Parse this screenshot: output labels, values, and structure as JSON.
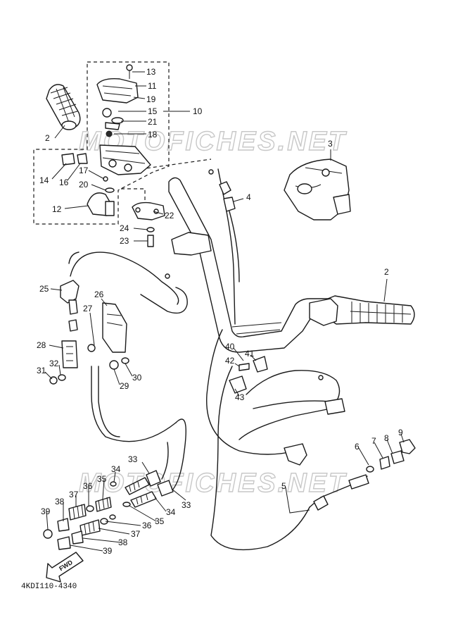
{
  "watermark": "MOTOFICHES.NET",
  "diagram_code": "4KDI110-4340",
  "fwd_label": "FWD",
  "callouts": [
    {
      "id": "c13",
      "text": "13"
    },
    {
      "id": "c11",
      "text": "11"
    },
    {
      "id": "c19",
      "text": "19"
    },
    {
      "id": "c15",
      "text": "15"
    },
    {
      "id": "c10",
      "text": "10"
    },
    {
      "id": "c21",
      "text": "21"
    },
    {
      "id": "c18",
      "text": "18"
    },
    {
      "id": "c2a",
      "text": "2"
    },
    {
      "id": "c14",
      "text": "14"
    },
    {
      "id": "c16",
      "text": "16"
    },
    {
      "id": "c17",
      "text": "17"
    },
    {
      "id": "c20",
      "text": "20"
    },
    {
      "id": "c12",
      "text": "12"
    },
    {
      "id": "c22",
      "text": "22"
    },
    {
      "id": "c24",
      "text": "24"
    },
    {
      "id": "c23",
      "text": "23"
    },
    {
      "id": "c3",
      "text": "3"
    },
    {
      "id": "c4",
      "text": "4"
    },
    {
      "id": "c2b",
      "text": "2"
    },
    {
      "id": "c25",
      "text": "25"
    },
    {
      "id": "c26",
      "text": "26"
    },
    {
      "id": "c27",
      "text": "27"
    },
    {
      "id": "c28",
      "text": "28"
    },
    {
      "id": "c32",
      "text": "32"
    },
    {
      "id": "c31",
      "text": "31"
    },
    {
      "id": "c30",
      "text": "30"
    },
    {
      "id": "c29",
      "text": "29"
    },
    {
      "id": "c40",
      "text": "40"
    },
    {
      "id": "c41",
      "text": "41"
    },
    {
      "id": "c42",
      "text": "42"
    },
    {
      "id": "c43",
      "text": "43"
    },
    {
      "id": "c6",
      "text": "6"
    },
    {
      "id": "c7",
      "text": "7"
    },
    {
      "id": "c8",
      "text": "8"
    },
    {
      "id": "c9",
      "text": "9"
    },
    {
      "id": "c5",
      "text": "5"
    },
    {
      "id": "c33a",
      "text": "33"
    },
    {
      "id": "c34a",
      "text": "34"
    },
    {
      "id": "c35a",
      "text": "35"
    },
    {
      "id": "c36a",
      "text": "36"
    },
    {
      "id": "c37a",
      "text": "37"
    },
    {
      "id": "c38a",
      "text": "38"
    },
    {
      "id": "c39a",
      "text": "39"
    },
    {
      "id": "c33b",
      "text": "33"
    },
    {
      "id": "c34b",
      "text": "34"
    },
    {
      "id": "c35b",
      "text": "35"
    },
    {
      "id": "c36b",
      "text": "36"
    },
    {
      "id": "c37b",
      "text": "37"
    },
    {
      "id": "c38b",
      "text": "38"
    },
    {
      "id": "c39b",
      "text": "39"
    }
  ]
}
